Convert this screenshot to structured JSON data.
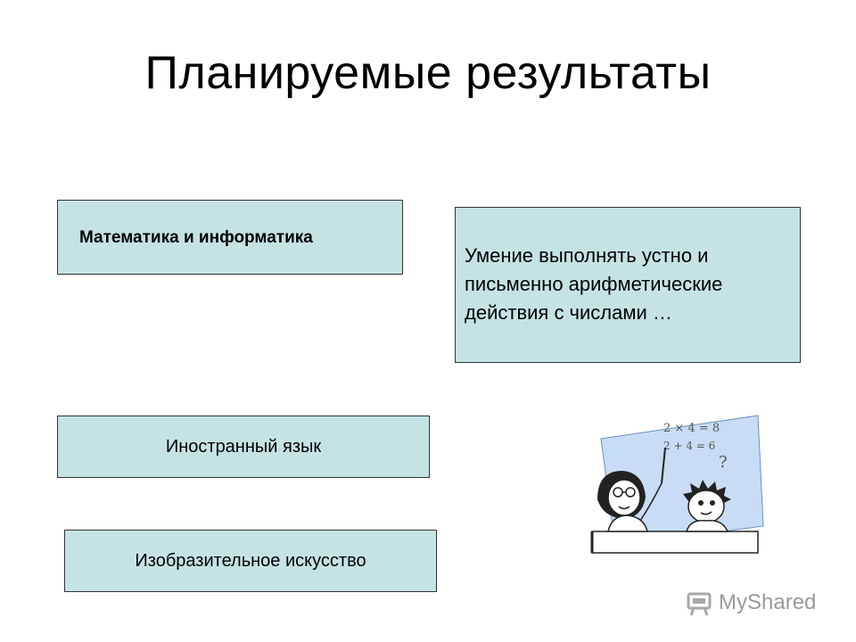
{
  "slide": {
    "title": "Планируемые результаты"
  },
  "boxes": {
    "math": "Математика и информатика",
    "skill": "Умение выполнять устно и письменно арифметические действия с числами …",
    "language": "Иностранный язык",
    "art": "Изобразительное искусство"
  },
  "clipart": {
    "equation_1": "2 × 4 = 8",
    "equation_2": "2 + 4 = 6",
    "question_mark": "?"
  },
  "watermark": {
    "name": "MyShared"
  },
  "colors": {
    "box_fill": "#c5e3e3",
    "board_fill": "#c8dcf5",
    "watermark_gray": "#a8a8a8"
  }
}
